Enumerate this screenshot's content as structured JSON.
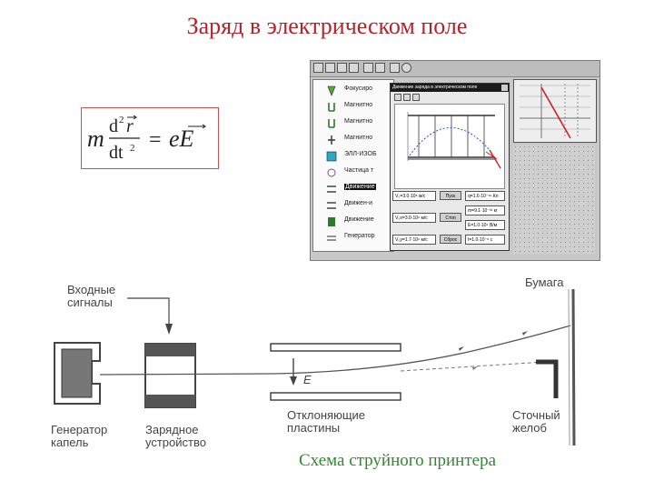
{
  "slide": {
    "title": "Заряд в электрическом поле",
    "title_color": "#b3242a"
  },
  "formula": {
    "text": "m d²r/dt² = eE",
    "m": "m",
    "d2": "d",
    "sup2": "2",
    "r_vec": "r",
    "dt": "dt",
    "eq": "=",
    "eE": "eE",
    "border_color": "#d94a4a"
  },
  "app": {
    "toolbar_icons": [
      "open-icon",
      "save-icon",
      "run-icon",
      "stop-icon",
      "step-icon",
      "zoom-icon",
      "grid-icon",
      "help-icon"
    ],
    "left_panel": {
      "items": [
        {
          "label": "Фокусиро",
          "icon": "lens-icon",
          "selected": false
        },
        {
          "label": "Магнитно",
          "icon": "magnet-icon",
          "selected": false
        },
        {
          "label": "Магнитно",
          "icon": "magnet-icon",
          "selected": false
        },
        {
          "label": "Магнитно",
          "icon": "magnet-icon",
          "selected": false
        },
        {
          "label": "ЭЛЛ-ИЗОБ",
          "icon": "tube-icon",
          "selected": false
        },
        {
          "label": "Частица т",
          "icon": "particle-icon",
          "selected": false
        },
        {
          "label": "Движение",
          "icon": "plates-icon",
          "selected": true
        },
        {
          "label": "Движен-и",
          "icon": "plates-icon",
          "selected": false
        },
        {
          "label": "Движение",
          "icon": "plates-icon",
          "selected": false
        },
        {
          "label": "Генератор",
          "icon": "generator-icon",
          "selected": false
        }
      ]
    },
    "sim_window": {
      "title": "Движение заряда в электрическом поле",
      "params_left": [
        "V₀=3.0·10⁶ м/с",
        "V₀x=3.0·10⁶ м/с",
        "V₀y=1.7·10⁶ м/с"
      ],
      "params_right": [
        "q=1.6·10⁻¹⁹ Кл",
        "m=9.1·10⁻³¹ кг",
        "E=1.0·10⁴ В/м",
        "t=1.0·10⁻⁸ с"
      ],
      "buttons": [
        "Пуск",
        "Стоп",
        "Сброс"
      ]
    }
  },
  "diagram": {
    "labels": {
      "input_signals": "Входные\nсигналы",
      "generator": "Генератор\nкапель",
      "charging": "Зарядное\nустройство",
      "deflecting": "Отклоняющие\nпластины",
      "field": "E",
      "paper": "Бумага",
      "gutter": "Сточный\nжелоб"
    }
  },
  "caption": {
    "text": "Схема струйного принтера",
    "color": "#2f8a2f"
  }
}
